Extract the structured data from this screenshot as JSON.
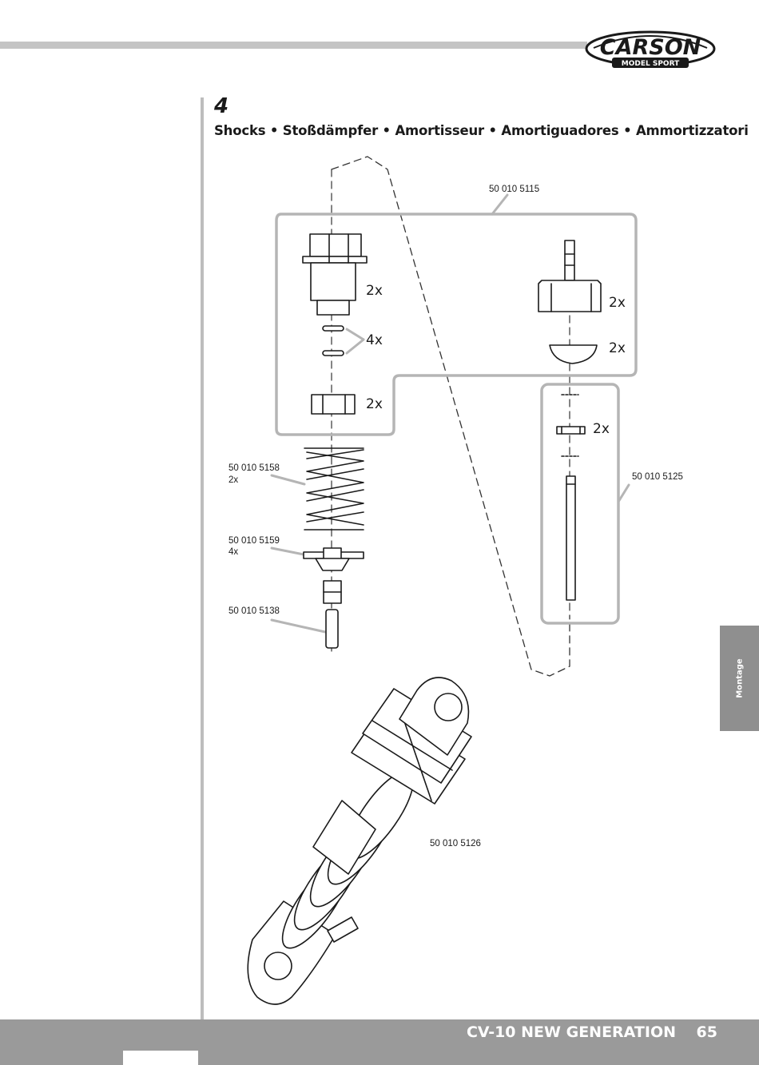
{
  "brand": {
    "logo_text": "CARSON",
    "logo_subtext": "MODEL SPORT"
  },
  "step": {
    "number": "4",
    "title": "Shocks • Stoßdämpfer • Amortisseur • Amortiguadores • Ammortizzatori"
  },
  "quantities": {
    "cap": "2x",
    "orings": "4x",
    "piston_guide": "2x",
    "top_cap": "2x",
    "membrane": "2x",
    "piston": "2x"
  },
  "part_numbers": {
    "shock_parts_kit": "50 010 5115",
    "spring": "50 010 5158",
    "spring_qty": "2x",
    "spring_retainer": "50 010 5159",
    "spring_retainer_qty": "4x",
    "rod_end": "50 010 5138",
    "shaft_set": "50 010 5125",
    "complete_shock": "50 010 5126"
  },
  "side_tab": {
    "label": "Montage"
  },
  "footer": {
    "title": "CV-10 NEW GENERATION",
    "page": "65"
  }
}
